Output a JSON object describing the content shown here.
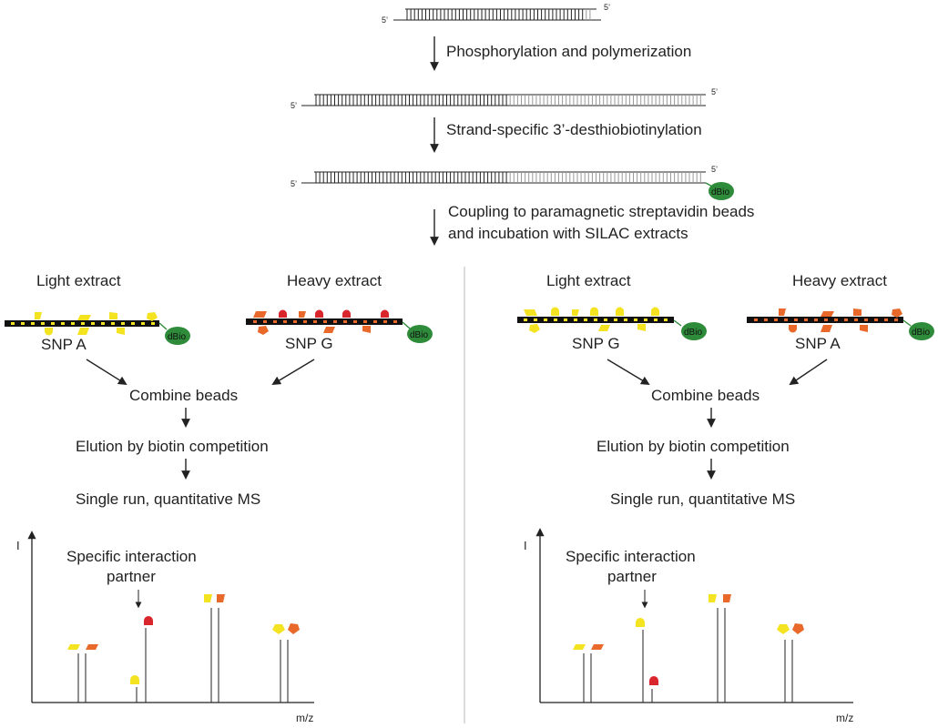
{
  "steps": {
    "step1": "Phosphorylation and polymerization",
    "step2": "Strand-specific 3’-desthiobiotinylation",
    "step3_line1": "Coupling to paramagnetic streptavidin beads",
    "step3_line2": "and incubation with SILAC extracts"
  },
  "dna_ends": {
    "five_prime": "5’"
  },
  "tag": "dBio",
  "left_panel": {
    "light_label": "Light extract",
    "heavy_label": "Heavy extract",
    "light_snp": "SNP A",
    "heavy_snp": "SNP G",
    "combine": "Combine beads",
    "elution": "Elution by biotin competition",
    "ms": "Single run, quantitative MS",
    "annotation_line1": "Specific interaction",
    "annotation_line2": "partner",
    "y_axis": "I",
    "x_axis": "m/z"
  },
  "right_panel": {
    "light_label": "Light extract",
    "heavy_label": "Heavy extract",
    "light_snp": "SNP G",
    "heavy_snp": "SNP A",
    "combine": "Combine beads",
    "elution": "Elution by biotin competition",
    "ms": "Single run, quantitative MS",
    "annotation_line1": "Specific interaction",
    "annotation_line2": "partner",
    "y_axis": "I",
    "x_axis": "m/z"
  },
  "colors": {
    "light": "#f4e320",
    "heavy": "#e8692a",
    "specific": "#d9262c",
    "biotin": "#2e8b3a",
    "strand": "#111111"
  }
}
